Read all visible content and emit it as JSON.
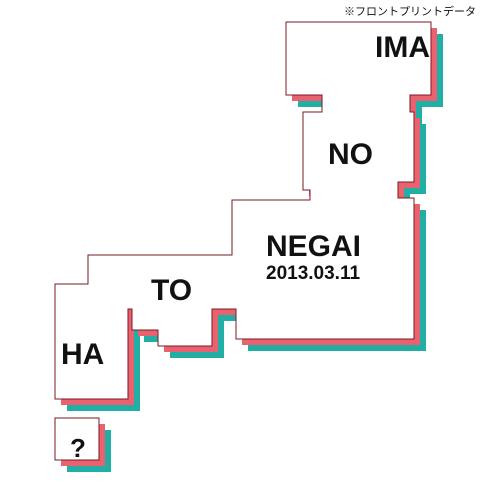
{
  "note": "※フロントプリントデータ",
  "words": {
    "ima": "IMA",
    "no": "NO",
    "negai": "NEGAI",
    "date": "2013.03.11",
    "to": "TO",
    "ha": "HA",
    "question": "?"
  },
  "colors": {
    "teal": "#21aea4",
    "coral": "#e8636f",
    "outline": "#7a1a22",
    "text": "#111111"
  }
}
